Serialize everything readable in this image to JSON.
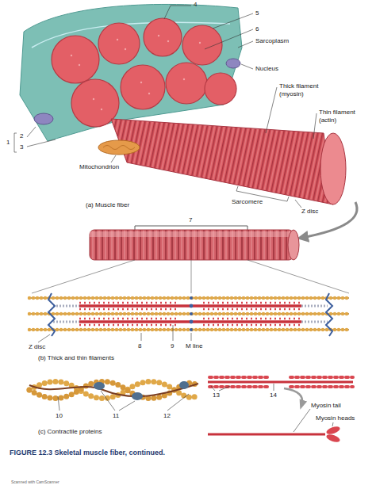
{
  "diagram": {
    "caption": "FIGURE 12.3 Skeletal muscle fiber, continued.",
    "labels": [
      "4",
      "5",
      "6",
      "Sarcoplasm",
      "Nucleus",
      "Thick filament (myosin)",
      "Thin filament (actin)",
      "1",
      "2",
      "3",
      "Mitochondrion",
      "Sarcomere",
      "Z disc",
      "(a) Muscle fiber",
      "7",
      "Z disc",
      "8",
      "9",
      "M line",
      "(b) Thick and thin filaments",
      "10",
      "11",
      "12",
      "(c) Contractile proteins",
      "13",
      "14",
      "Myosin tail",
      "Myosin heads",
      "Scanned with CamScanner"
    ]
  }
}
